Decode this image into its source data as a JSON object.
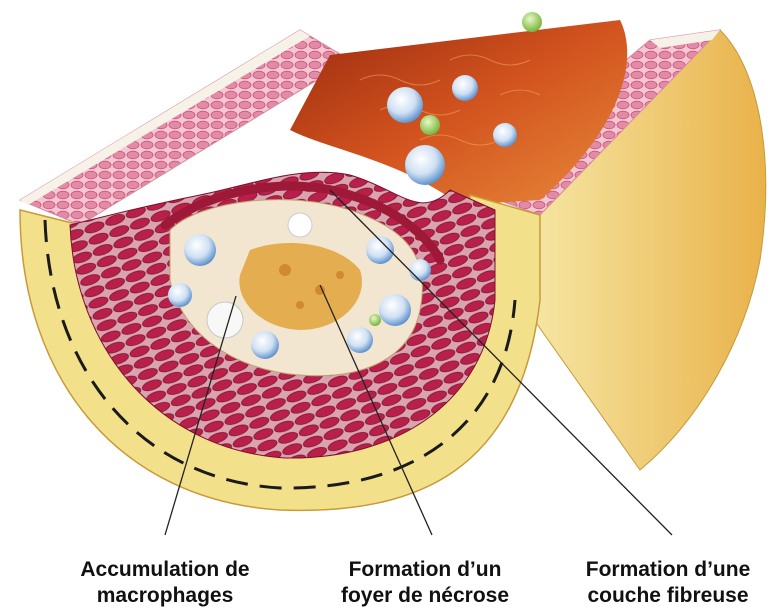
{
  "labels": [
    {
      "line1": "Accumulation de",
      "line2": "macrophages"
    },
    {
      "line1": "Formation d’un",
      "line2": "foyer de nécrose"
    },
    {
      "line1": "Formation d’une",
      "line2": "couche fibreuse"
    }
  ],
  "colors": {
    "lumen": "#c8401a",
    "muscle": "#b8204a",
    "intima_pink": "#e89ab0",
    "adventitia": "#f3e08a",
    "plaque_core": "#e0a23a",
    "macrophage": "#7fb0e0",
    "leader_line": "#222222"
  }
}
